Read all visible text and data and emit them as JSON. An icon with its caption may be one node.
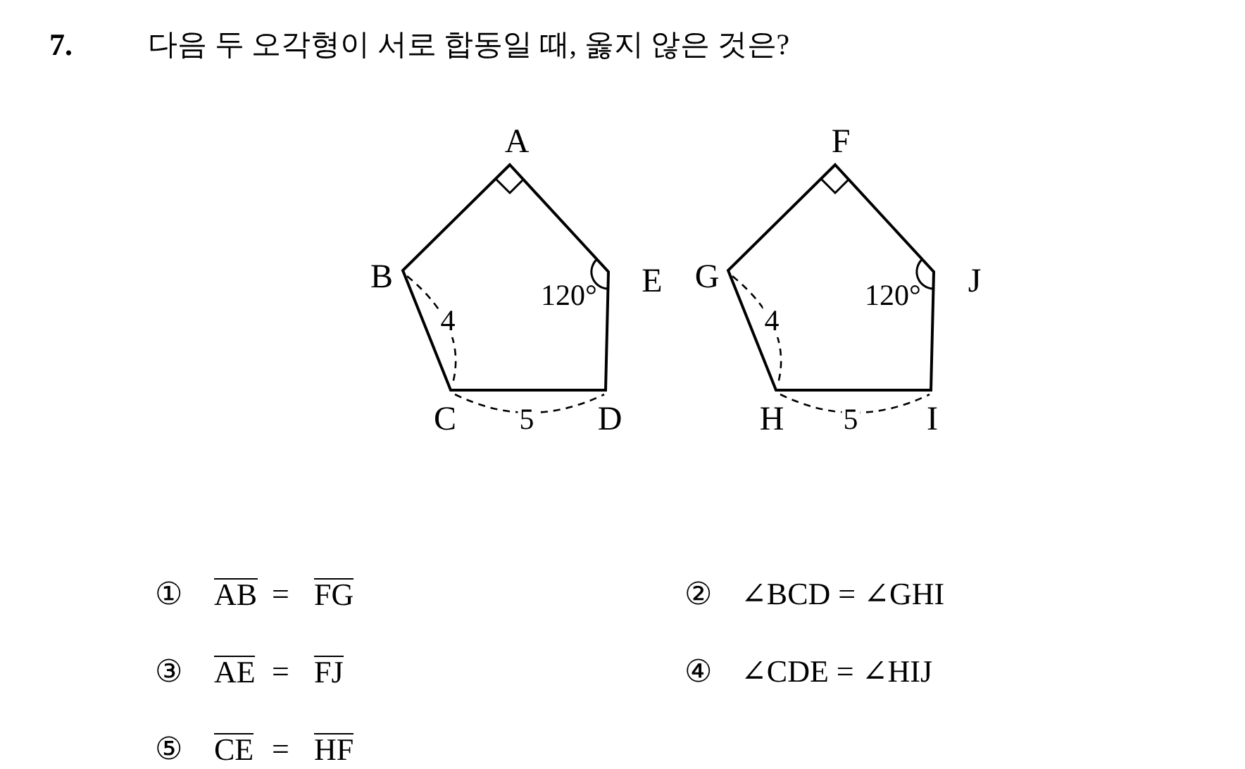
{
  "diagram": {
    "labels": [
      "7.",
      "다음 두 오각형이 서로 합동일 때, 옳지 않은 것은?",
      "A",
      "F",
      "B",
      "120°",
      "E",
      "G",
      "120°",
      "J",
      "4",
      "4",
      "C",
      "5",
      "D",
      "H",
      "5",
      "I",
      "①",
      "AB",
      "=",
      "FG",
      "②",
      "∠BCD = ∠GHI",
      "③",
      "AE",
      "=",
      "FJ",
      "④",
      "∠CDE = ∠HIJ",
      "⑤",
      "CE",
      "=",
      "HF"
    ]
  }
}
